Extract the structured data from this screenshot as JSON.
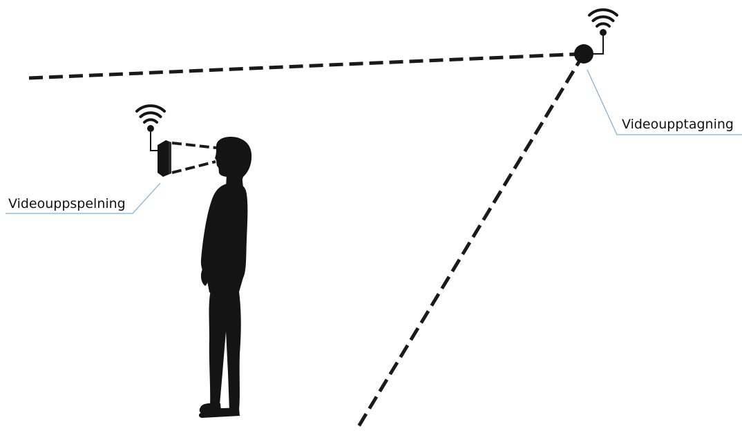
{
  "labels": {
    "recording": "Videoupptagning",
    "playback": "Videouppspelning"
  },
  "icons": {
    "camera_wifi": "wifi-icon",
    "headset_wifi": "wifi-icon",
    "camera": "camera-dot-icon",
    "headset": "headset-display-icon",
    "person": "person-silhouette"
  },
  "colors": {
    "line": "#1a1a1a",
    "figure": "#141414",
    "callout": "#7fb2d9",
    "background": "#ffffff"
  }
}
